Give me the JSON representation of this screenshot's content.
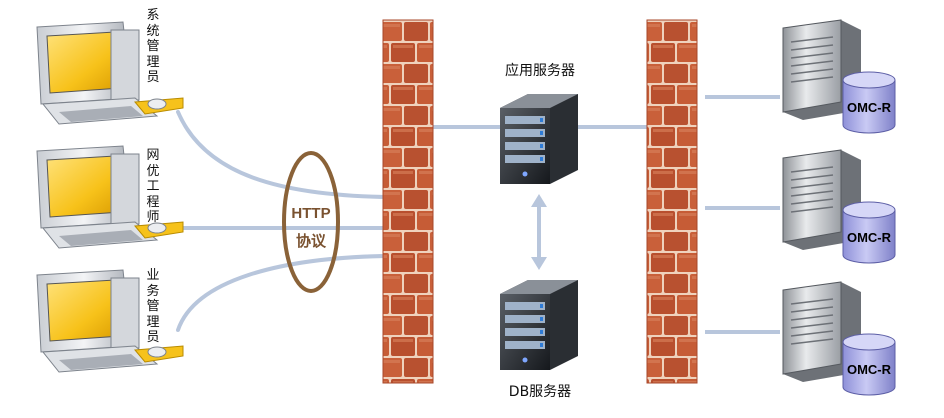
{
  "users": [
    {
      "label": "系统管理员"
    },
    {
      "label": "网优工程师"
    },
    {
      "label": "业务管理员"
    }
  ],
  "protocol": {
    "line1": "HTTP",
    "line2": "协议"
  },
  "app_server": {
    "label": "应用服务器"
  },
  "db_server": {
    "label": "DB服务器"
  },
  "omc_nodes": [
    {
      "label": "OMC-R"
    },
    {
      "label": "OMC-R"
    },
    {
      "label": "OMC-R"
    }
  ],
  "colors": {
    "brick": "#c55a35",
    "mortar": "#f2d7c4",
    "connector": "#b8c6dc",
    "ellipse": "#8a6238",
    "protocol_text": "#7a5230",
    "cylinder": "#a7a8e6"
  }
}
